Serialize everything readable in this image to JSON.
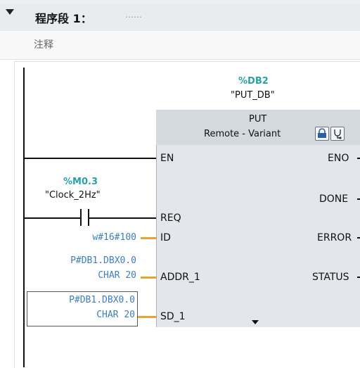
{
  "network": {
    "title": "程序段 1：",
    "title_placeholder": "……",
    "comment": "注释"
  },
  "instance": {
    "db_address": "%DB2",
    "db_name": "\"PUT_DB\""
  },
  "block": {
    "name": "PUT",
    "subtitle": "Remote - Variant",
    "inputs": {
      "en": "EN",
      "req": "REQ",
      "id": "ID",
      "addr_1": "ADDR_1",
      "sd_1": "SD_1"
    },
    "outputs": {
      "eno": "ENO",
      "done": "DONE",
      "error": "ERROR",
      "status": "STATUS"
    }
  },
  "contact": {
    "address": "%M0.3",
    "name": "\"Clock_2Hz\""
  },
  "params": {
    "id_value": "w#16#100",
    "addr_1_line1": "P#DB1.DBX0.0",
    "addr_1_line2": "CHAR 20",
    "sd_1_line1": "P#DB1.DBX0.0",
    "sd_1_line2": "CHAR 20"
  },
  "colors": {
    "operand_label": "#2aa1a8",
    "param_value": "#3b7fc4",
    "pin_wire": "#f0a030"
  }
}
